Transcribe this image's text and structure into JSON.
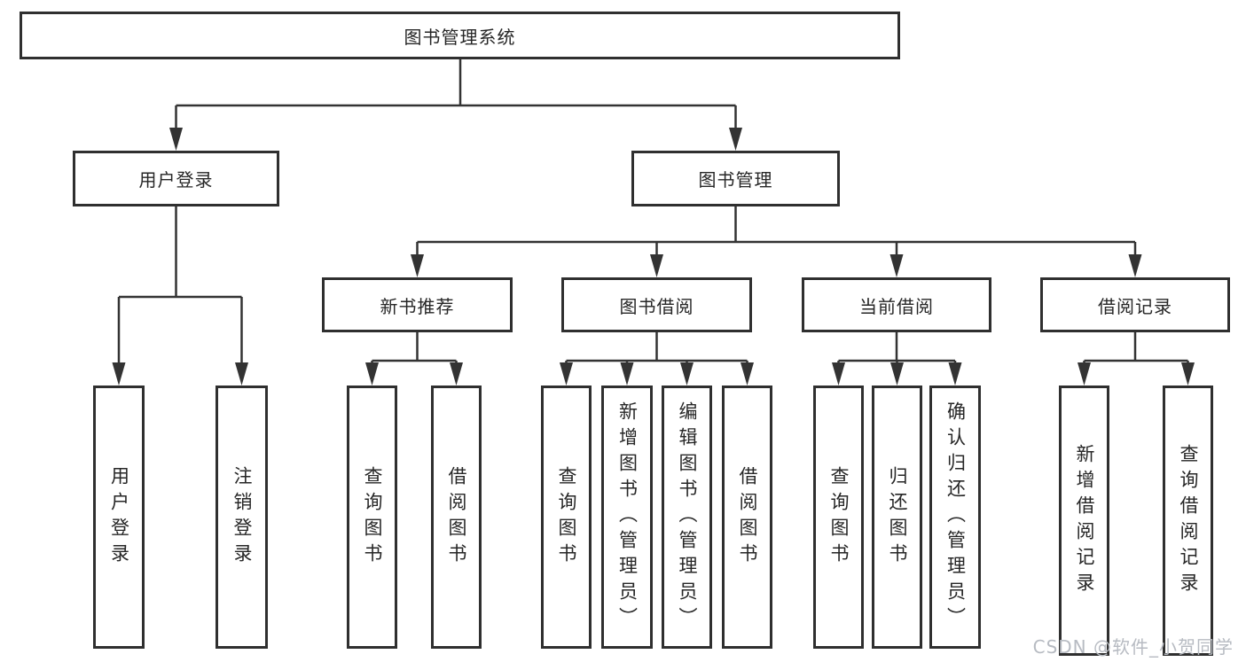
{
  "tree": {
    "root": {
      "label": "图书管理系统",
      "children": [
        {
          "label": "用户登录",
          "children": [
            {
              "label": "用户登录"
            },
            {
              "label": "注销登录"
            }
          ]
        },
        {
          "label": "图书管理",
          "children": [
            {
              "label": "新书推荐",
              "children": [
                {
                  "label": "查询图书"
                },
                {
                  "label": "借阅图书"
                }
              ]
            },
            {
              "label": "图书借阅",
              "children": [
                {
                  "label": "查询图书"
                },
                {
                  "label": "新增图书（管理员）"
                },
                {
                  "label": "编辑图书（管理员）"
                },
                {
                  "label": "借阅图书"
                }
              ]
            },
            {
              "label": "当前借阅",
              "children": [
                {
                  "label": "查询图书"
                },
                {
                  "label": "归还图书"
                },
                {
                  "label": "确认归还（管理员）"
                }
              ]
            },
            {
              "label": "借阅记录",
              "children": [
                {
                  "label": "新增借阅记录"
                },
                {
                  "label": "查询借阅记录"
                }
              ]
            }
          ]
        }
      ]
    }
  },
  "watermark": {
    "text": "CSDN @软件_小贺同学"
  },
  "colors": {
    "line": "#333333",
    "box_border": "#2f2f2f",
    "text": "#262626",
    "background": "#ffffff",
    "watermark": "#b7bbc2"
  }
}
